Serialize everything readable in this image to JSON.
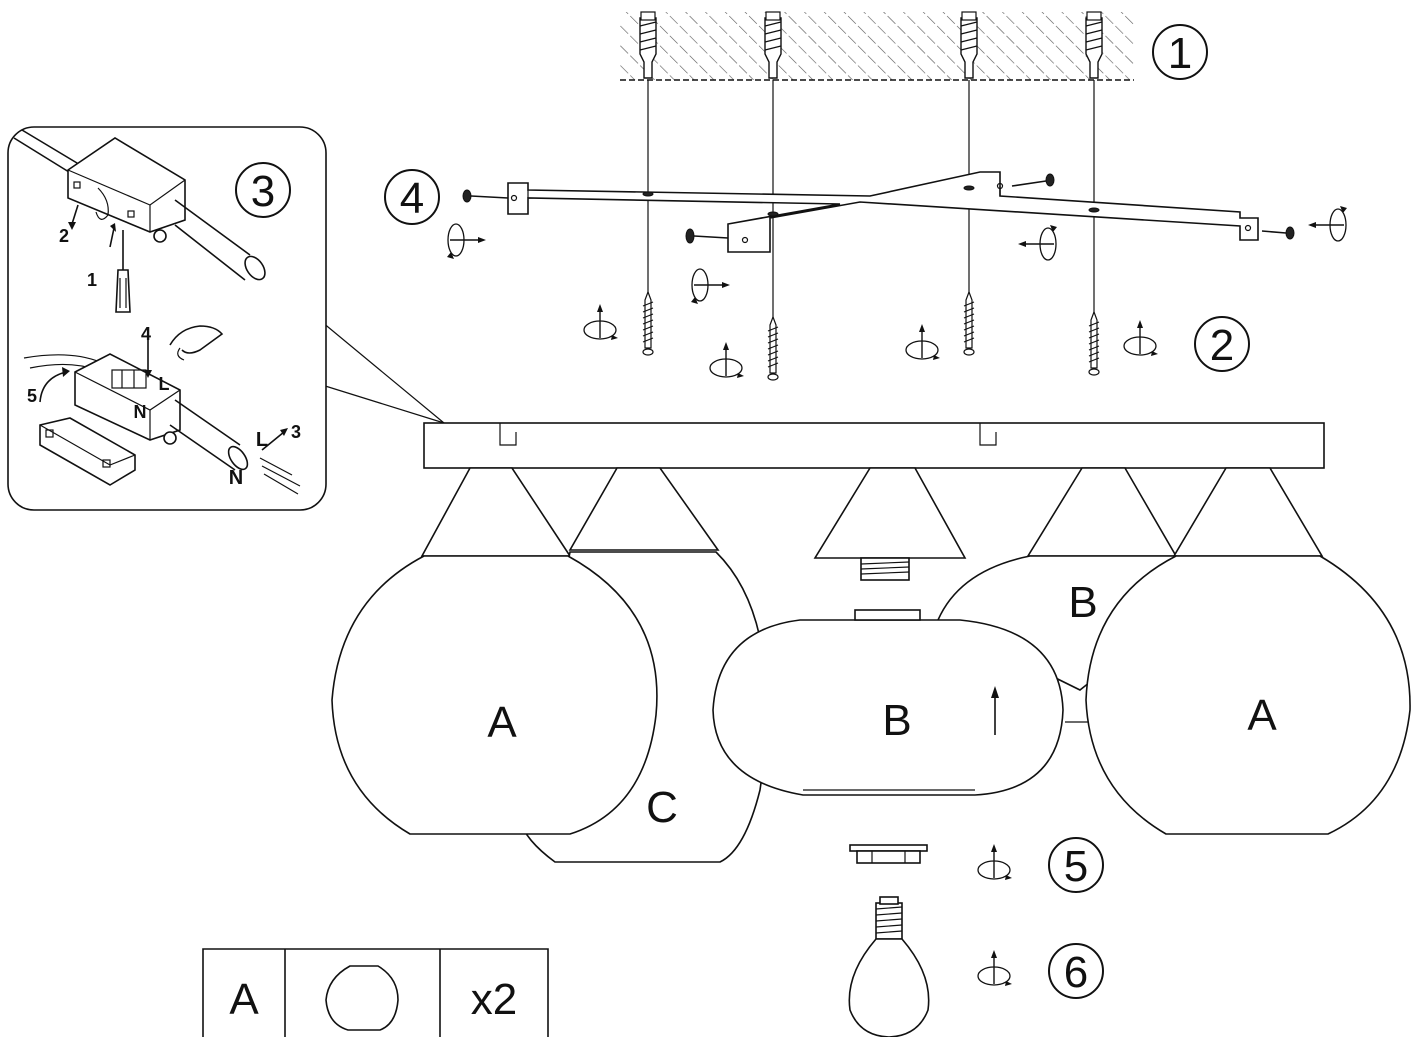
{
  "steps": [
    "1",
    "2",
    "3",
    "4",
    "5",
    "6"
  ],
  "inset": {
    "callouts": [
      "1",
      "2",
      "3",
      "4",
      "5"
    ],
    "wires": {
      "live": "L",
      "neutral": "N"
    }
  },
  "shades": {
    "left": "A",
    "right": "A",
    "center": "B",
    "back_right": "B",
    "back_left": "C"
  },
  "parts_table": {
    "code": "A",
    "quantity": "x2"
  }
}
